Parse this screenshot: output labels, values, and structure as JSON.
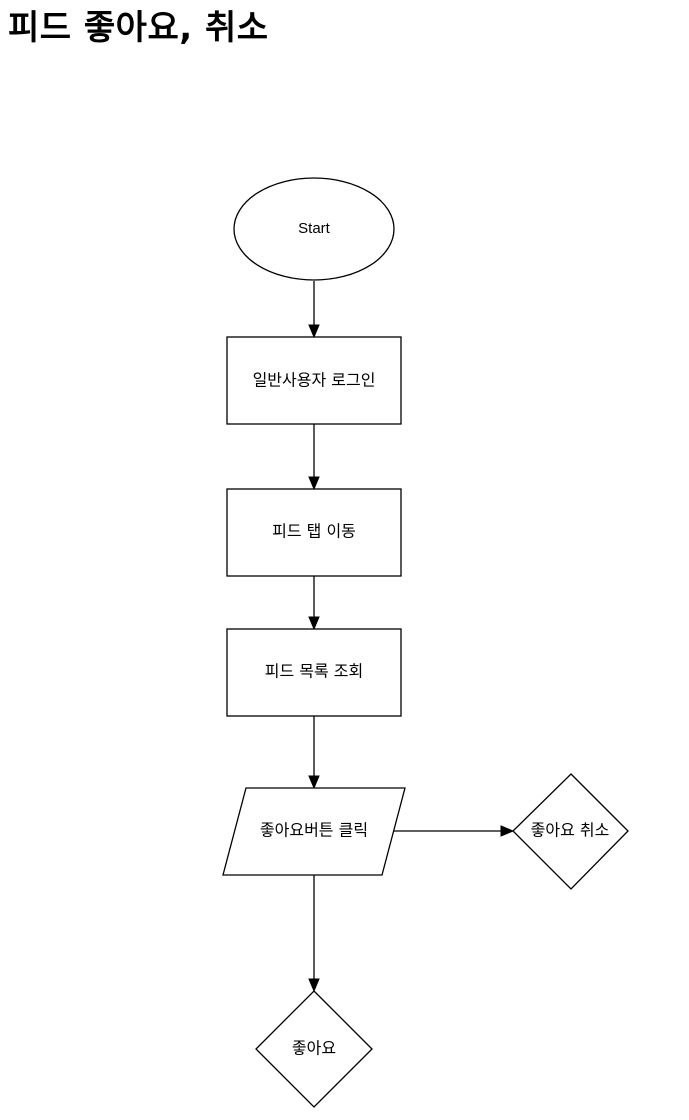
{
  "page": {
    "title": "피드 좋아요, 취소"
  },
  "diagram": {
    "nodes": {
      "start": {
        "label": "Start",
        "shape": "ellipse"
      },
      "login": {
        "label": "일반사용자 로그인",
        "shape": "process"
      },
      "feed_tab": {
        "label": "피드 탭 이동",
        "shape": "process"
      },
      "feed_list": {
        "label": "피드 목록 조회",
        "shape": "process"
      },
      "like_click": {
        "label": "좋아요버튼 클릭",
        "shape": "input-output"
      },
      "unlike": {
        "label": "좋아요 취소",
        "shape": "decision"
      },
      "like": {
        "label": "좋아요",
        "shape": "decision"
      }
    },
    "edges": [
      {
        "from": "start",
        "to": "login"
      },
      {
        "from": "login",
        "to": "feed_tab"
      },
      {
        "from": "feed_tab",
        "to": "feed_list"
      },
      {
        "from": "feed_list",
        "to": "like_click"
      },
      {
        "from": "like_click",
        "to": "unlike"
      },
      {
        "from": "like_click",
        "to": "like"
      }
    ],
    "colors": {
      "stroke": "#000000",
      "fill": "#ffffff",
      "background": "#ffffff"
    }
  }
}
